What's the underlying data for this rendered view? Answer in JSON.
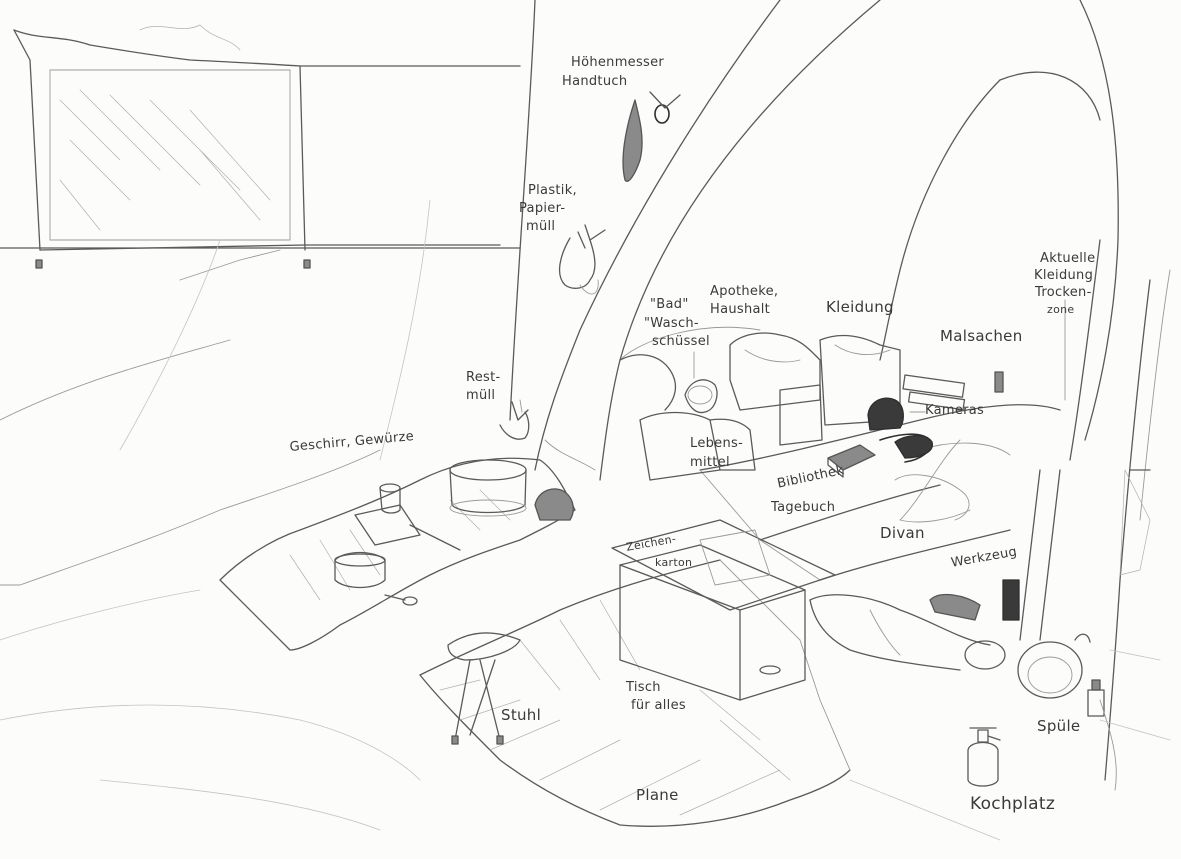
{
  "labels": {
    "hoehenmesser": "Höhenmesser",
    "handtuch": "Handtuch",
    "plastik": "Plastik,",
    "papiermuell": "Papier-",
    "muell": "müll",
    "rest": "Rest-",
    "restmuell": "müll",
    "bad": "\"Bad\"",
    "waschschuessel_1": "\"Wasch-",
    "waschschuessel_2": "schüssel",
    "apotheke_1": "Apotheke,",
    "apotheke_2": "Haushalt",
    "kleidung": "Kleidung",
    "aktuelle_1": "Aktuelle",
    "aktuelle_2": "Kleidung",
    "aktuelle_3": "Trocken-",
    "aktuelle_4": "zone",
    "malsachen": "Malsachen",
    "kameras": "Kameras",
    "lebensmittel_1": "Lebens-",
    "lebensmittel_2": "mittel",
    "bibliothek_1": "Bibliothek",
    "bibliothek_2": "Tagebuch",
    "geschirr": "Geschirr, Gewürze",
    "divan": "Divan",
    "zeichenkarton_1": "Zeichen-",
    "zeichenkarton_2": "karton",
    "werkzeug": "Werkzeug",
    "tisch_1": "Tisch",
    "tisch_2": "für alles",
    "stuhl": "Stuhl",
    "spuele": "Spüle",
    "plane": "Plane",
    "kochplatz": "Kochplatz"
  },
  "colors": {
    "paper": "#fcfcfb",
    "pencil": "#5a5a5a",
    "pencil_dark": "#2e2e2e"
  }
}
